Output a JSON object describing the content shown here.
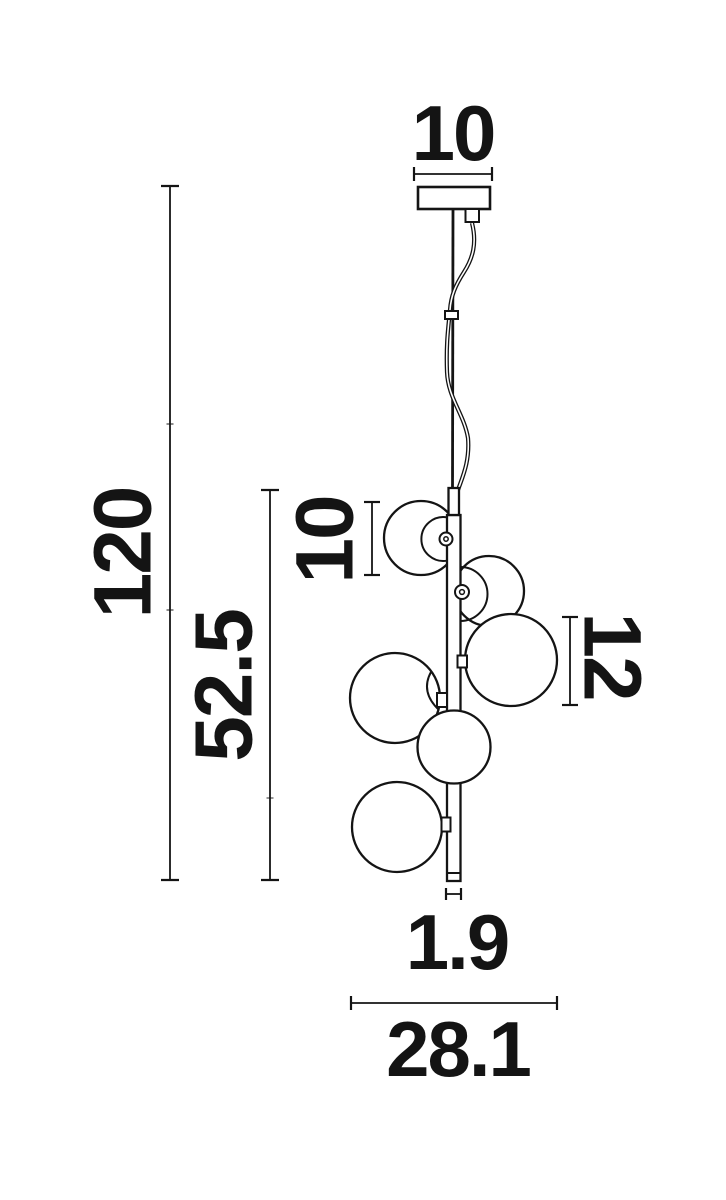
{
  "labels": {
    "canopy_width": "10",
    "overall_height": "120",
    "body_height": "52.5",
    "small_globe_diameter": "10",
    "large_globe_diameter": "12",
    "rod_width": "1.9",
    "fixture_width": "28.1"
  },
  "colors": {
    "line": "#141414",
    "background": "#ffffff"
  }
}
